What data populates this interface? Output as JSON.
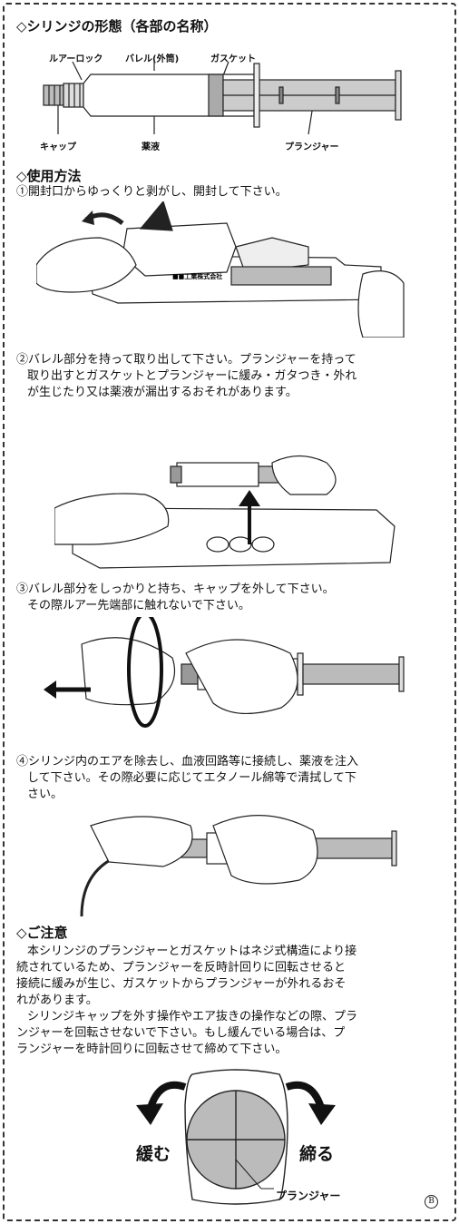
{
  "section1": {
    "heading": "◇シリンジの形態（各部の名称）",
    "labels": {
      "luer_lock": "ルアーロック",
      "barrel": "バレル(外筒)",
      "gasket": "ガスケット",
      "cap": "キャップ",
      "drug": "薬液",
      "plunger": "プランジャー"
    }
  },
  "section2": {
    "heading": "◇使用方法",
    "step1": "①開封口からゆっくりと剥がし、開封して下さい。",
    "tray_text": "■■工業株式会社",
    "step2": [
      "②バレル部分を持って取り出して下さい。プランジャーを持って",
      "取り出すとガスケットとプランジャーに緩み・ガタつき・外れ",
      "が生じたり又は薬液が漏出するおそれがあります。"
    ],
    "step3": [
      "③バレル部分をしっかりと持ち、キャップを外して下さい。",
      "その際ルアー先端部に触れないで下さい。"
    ],
    "step4": [
      "④シリンジ内のエアを除去し、血液回路等に接続し、薬液を注入",
      "して下さい。その際必要に応じてエタノール綿等で清拭して下",
      "さい。"
    ]
  },
  "section3": {
    "heading": "◇ご注意",
    "lines": [
      "本シリンジのプランジャーとガスケットはネジ式構造により接",
      "続されているため、プランジャーを反時計回りに回転させると",
      "接続に緩みが生じ、ガスケットからプランジャーが外れるおそ",
      "れがあります。",
      "シリンジキャップを外す操作やエア抜きの操作などの際、プラ",
      "ンジャーを回転させないで下さい。もし緩んでいる場合は、プ",
      "ランジャーを時計回りに回転させて締めて下さい。"
    ],
    "loosen_label": "緩む",
    "tighten_label": "締る",
    "plunger_label": "プランジャー"
  },
  "footer": {
    "mark": "B"
  }
}
